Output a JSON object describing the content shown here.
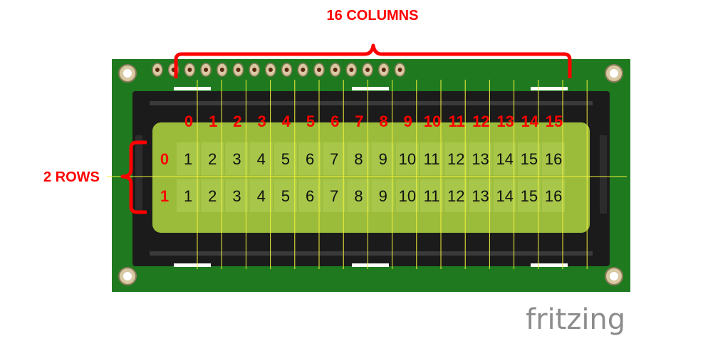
{
  "labels": {
    "columns": "16 COLUMNS",
    "rows": "2 ROWS"
  },
  "brand": "fritzing",
  "column_indices": [
    "0",
    "1",
    "2",
    "3",
    "4",
    "5",
    "6",
    "7",
    "8",
    "9",
    "10",
    "11",
    "12",
    "13",
    "14",
    "15"
  ],
  "row_indices": [
    "0",
    "1"
  ],
  "cells": [
    [
      "1",
      "2",
      "3",
      "4",
      "5",
      "6",
      "7",
      "8",
      "9",
      "10",
      "11",
      "12",
      "13",
      "14",
      "15",
      "16"
    ],
    [
      "1",
      "2",
      "3",
      "4",
      "5",
      "6",
      "7",
      "8",
      "9",
      "10",
      "11",
      "12",
      "13",
      "14",
      "15",
      "16"
    ]
  ],
  "colors": {
    "annotation": "#ff0000",
    "pcb": "#1f7a1f",
    "bezel": "#1b1b1b",
    "screen": "#9bbb3a",
    "grid_line": "#f2f23a",
    "brand": "#8c8c8c"
  }
}
